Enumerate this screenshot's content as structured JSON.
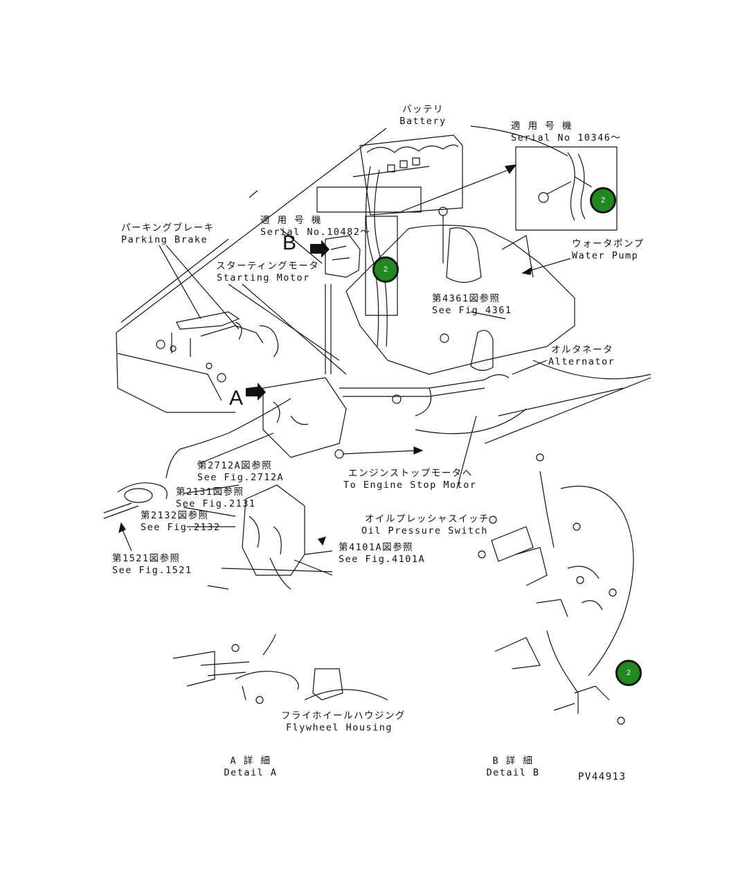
{
  "labels": {
    "battery_jp": "バッテリ",
    "battery_en": "Battery",
    "serial_top_jp": "適 用 号 機",
    "serial_top_en": "Serial No 10346～",
    "serial_mid_jp": "適 用 号 機",
    "serial_mid_en": "Serial No.10482～",
    "parking_jp": "パーキングブレーキ",
    "parking_en": "Parking Brake",
    "starting_jp": "スターティングモータ",
    "starting_en": "Starting Motor",
    "water_jp": "ウォータポンプ",
    "water_en": "Water Pump",
    "fig4361_jp": "第4361図参照",
    "fig4361_en": "See Fig 4361",
    "alternator_jp": "オルタネータ",
    "alternator_en": "Alternator",
    "fig2712_jp": "第2712A図参照",
    "fig2712_en": "See Fig.2712A",
    "fig2131_jp": "第2131図参照",
    "fig2131_en": "See Fig.2131",
    "fig2132_jp": "第2132図参照",
    "fig2132_en": "See Fig.2132",
    "fig1521_jp": "第1521図参照",
    "fig1521_en": "See Fig.1521",
    "engine_stop_jp": "エンジンストップモータへ",
    "engine_stop_en": "To Engine Stop Motor",
    "oil_jp": "オイルプレッシャスイッチ",
    "oil_en": "Oil Pressure Switch",
    "fig4101_jp": "第4101A図参照",
    "fig4101_en": "See Fig.4101A",
    "flywheel_jp": "フライホイールハウジング",
    "flywheel_en": "Flywheel Housing",
    "detail_a_jp": "A 詳 細",
    "detail_a_en": "Detail A",
    "detail_b_jp": "B 詳 細",
    "detail_b_en": "Detail B",
    "view_a": "A",
    "view_b": "B",
    "drawing_no": "PV44913"
  },
  "callouts": [
    "2",
    "2",
    "2"
  ],
  "colors": {
    "callout_fill": "#1f8a1f",
    "ink": "#111111"
  }
}
